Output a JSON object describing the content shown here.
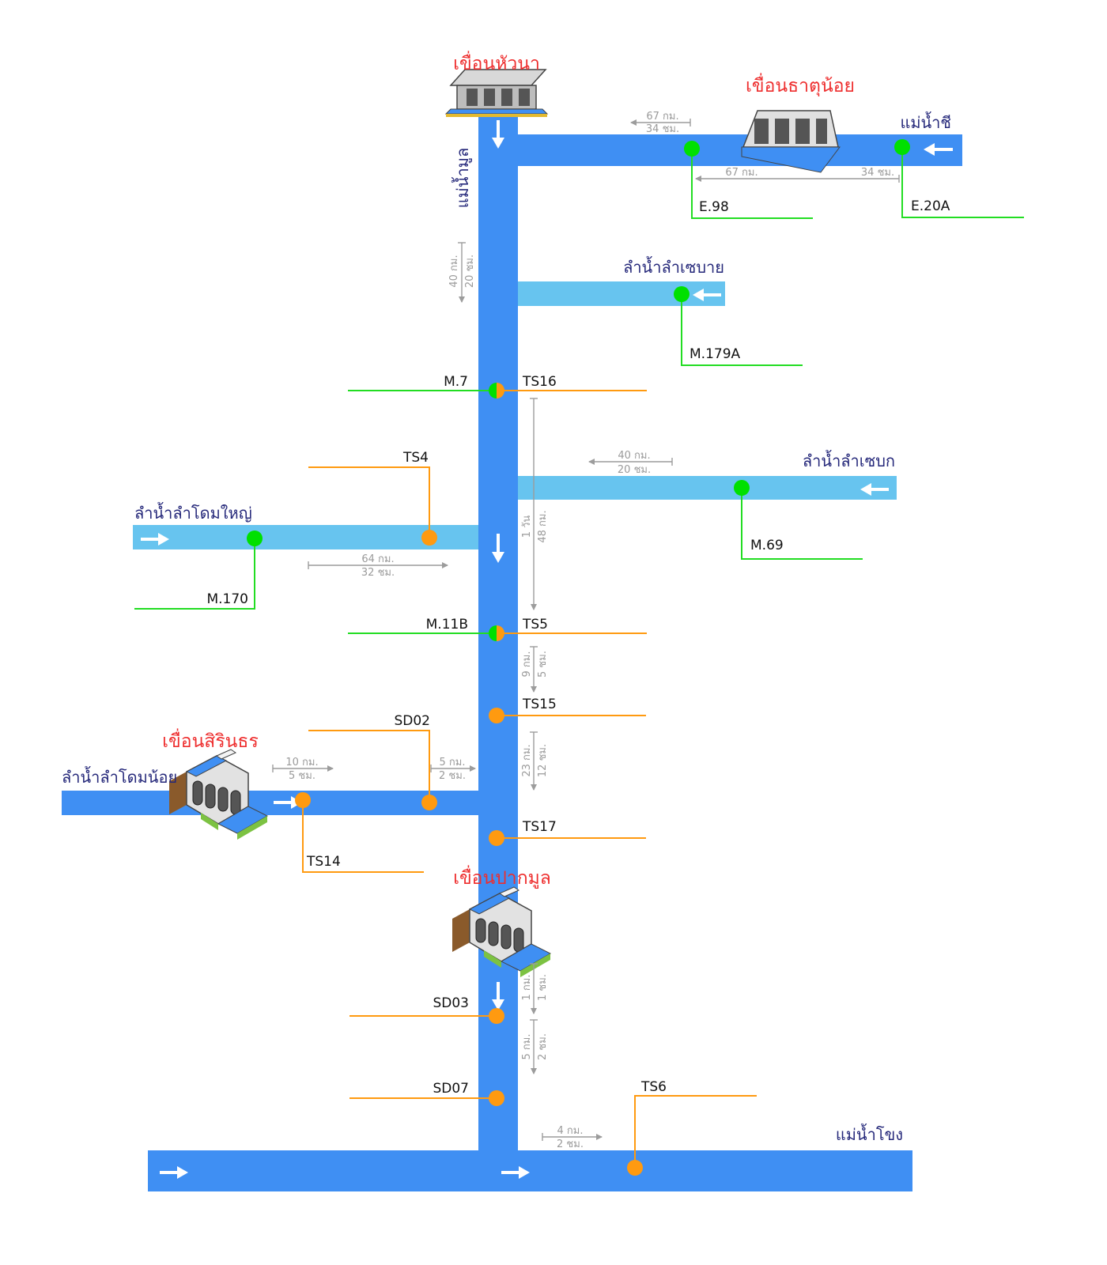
{
  "rivers": {
    "mun": "แม่น้ำมูล",
    "chi": "แม่น้ำชี",
    "se_bai": "ลำน้ำลำเซบาย",
    "se_bok": "ลำน้ำลำเซบก",
    "dom_yai": "ลำน้ำลำโดมใหญ่",
    "dom_noi": "ลำน้ำลำโดมน้อย",
    "mekong": "แม่น้ำโขง"
  },
  "dams": {
    "hua_na": "เขื่อนหัวนา",
    "that_noi": "เขื่อนธาตุน้อย",
    "sirindhorn": "เขื่อนสิรินธร",
    "pak_mun": "เขื่อนปากมูล"
  },
  "stations": {
    "e98": "E.98",
    "e20a": "E.20A",
    "m179a": "M.179A",
    "m7": "M.7",
    "ts16": "TS16",
    "ts4": "TS4",
    "m69": "M.69",
    "m170": "M.170",
    "m11b": "M.11B",
    "ts5": "TS5",
    "ts15": "TS15",
    "sd02": "SD02",
    "ts14": "TS14",
    "ts17": "TS17",
    "sd03": "SD03",
    "sd07": "SD07",
    "ts6": "TS6"
  },
  "distances": {
    "chi_top_km": "67 กม.",
    "chi_top_hr": "34 ชม.",
    "chi_bottom_km": "67 กม.",
    "chi_bottom_hr": "34 ชม.",
    "mun_upper_km": "40 กม.",
    "mun_upper_hr": "20 ชม.",
    "sebok_km": "40 กม.",
    "sebok_hr": "20 ชม.",
    "domyai_km": "64 กม.",
    "domyai_hr": "32 ชม.",
    "m7_ts5_day": "1 วัน",
    "m7_ts5_km": "48 กม.",
    "ts5_ts15_km": "9 กม.",
    "ts5_ts15_hr": "5 ชม.",
    "ts15_ts17_km": "23 กม.",
    "ts15_ts17_hr": "12 ชม.",
    "sirin_km": "10 กม.",
    "sirin_hr": "5 ชม.",
    "domnoi_km": "5 กม.",
    "domnoi_hr": "2 ชม.",
    "pakmun_sd03_km": "1 กม.",
    "pakmun_sd03_hr": "1 ชม.",
    "sd03_sd07_km": "5 กม.",
    "sd03_sd07_hr": "2 ชม.",
    "mekong_km": "4 กม.",
    "mekong_hr": "2 ชม."
  },
  "colors": {
    "main_river": "#3f8ff3",
    "tributary": "#67c4ef",
    "green_station": "#00e000",
    "orange_station": "#ff9a10",
    "dam_label": "#ee2e2e",
    "river_label": "#25287a"
  }
}
